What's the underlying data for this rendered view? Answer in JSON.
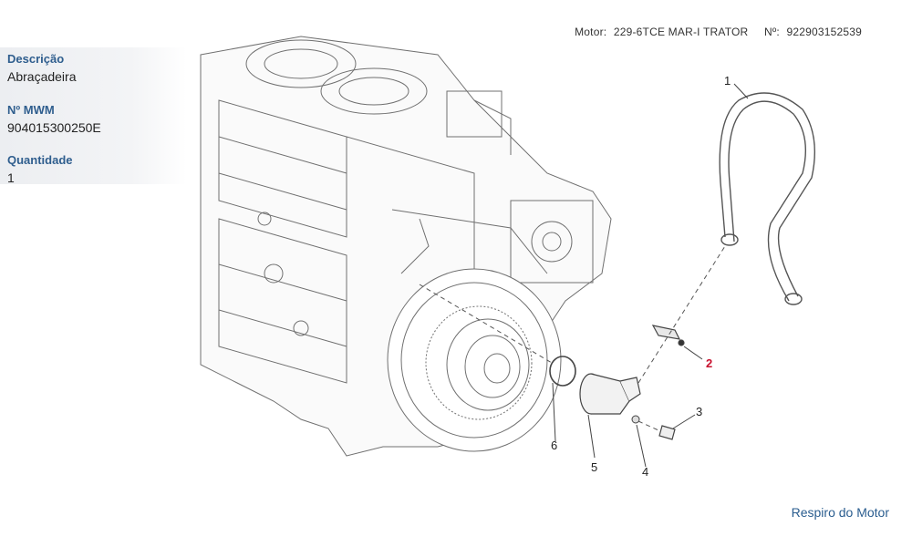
{
  "header": {
    "motor_label": "Motor:",
    "motor_value": "229-6TCE MAR-I TRATOR",
    "number_label": "Nº:",
    "number_value": "922903152539"
  },
  "details": {
    "description_label": "Descrição",
    "description_value": "Abraçadeira",
    "mwm_label": "Nº MWM",
    "mwm_value": "904015300250E",
    "quantity_label": "Quantidade",
    "quantity_value": "1"
  },
  "diagram": {
    "callouts": [
      "1",
      "2",
      "3",
      "4",
      "5",
      "6"
    ],
    "selected_callout": "2",
    "colors": {
      "selected": "#c8102e",
      "line": "#555555",
      "label": "#2f5e8e",
      "link": "#2a5d8f"
    }
  },
  "footer": {
    "link_label": "Respiro do Motor"
  }
}
